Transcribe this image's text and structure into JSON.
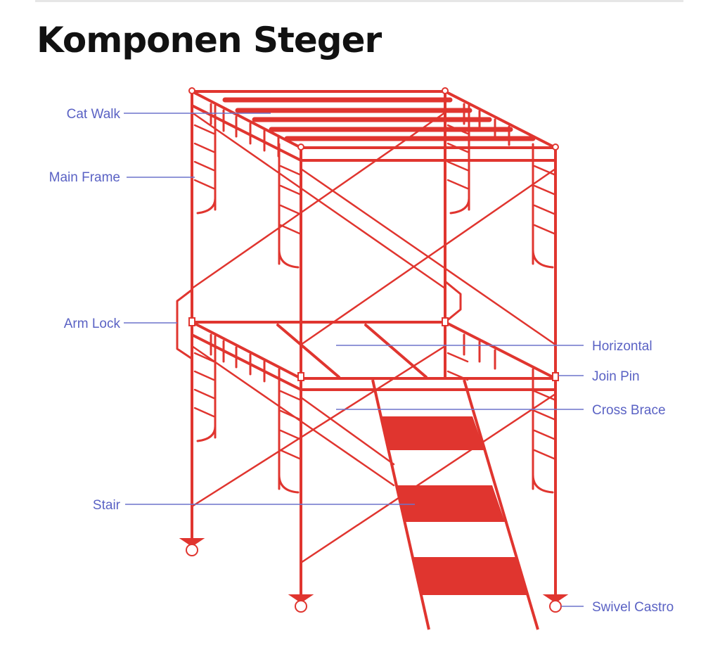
{
  "page": {
    "title": "Komponen Steger"
  },
  "colors": {
    "frame": "#e0352f",
    "label": "#5a62c4",
    "leader": "#6d74cc"
  },
  "labels": {
    "cat_walk": "Cat Walk",
    "main_frame": "Main Frame",
    "arm_lock": "Arm Lock",
    "horizontal": "Horizontal",
    "join_pin": "Join Pin",
    "cross_brace": "Cross Brace",
    "stair": "Stair",
    "swivel_castro": "Swivel Castro"
  }
}
